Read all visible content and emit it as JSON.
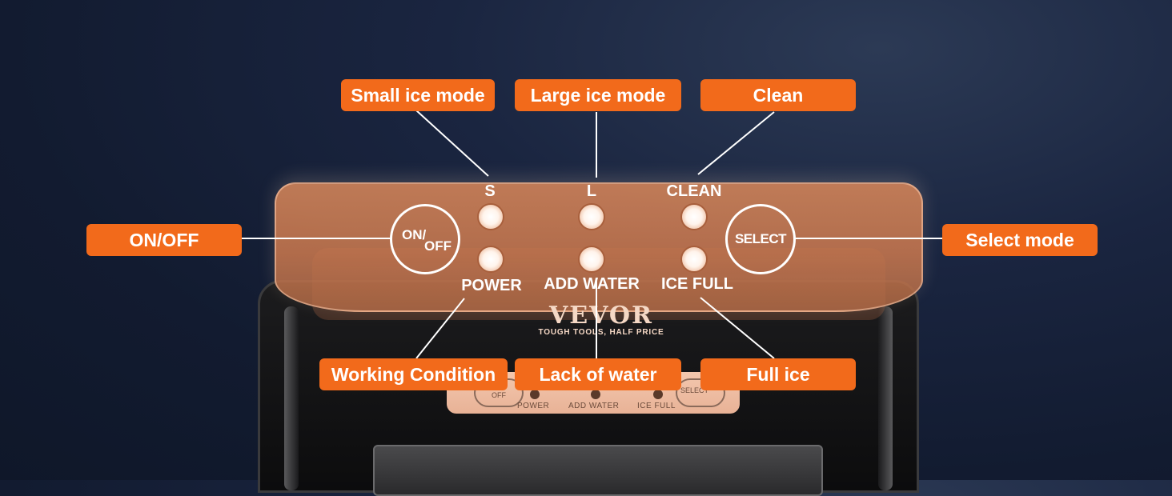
{
  "panel": {
    "top_labels": {
      "small": "S",
      "large": "L",
      "clean": "CLEAN"
    },
    "bottom_labels": {
      "power": "POWER",
      "add_water": "ADD WATER",
      "ice_full": "ICE FULL"
    },
    "onoff_button": {
      "on": "ON/",
      "off": "OFF"
    },
    "select_button": "SELECT"
  },
  "brand": {
    "logo": "VEVOR",
    "tagline": "TOUGH TOOLS, HALF PRICE"
  },
  "small_panel": {
    "power": "POWER",
    "add_water": "ADD WATER",
    "ice_full": "ICE FULL",
    "off": "OFF",
    "select": "SELECT"
  },
  "callouts": {
    "small_ice": "Small ice mode",
    "large_ice": "Large ice mode",
    "clean": "Clean",
    "onoff": "ON/OFF",
    "select_mode": "Select mode",
    "working": "Working Condition",
    "water": "Lack of water",
    "full_ice": "Full ice"
  },
  "colors": {
    "accent": "#f26a1b",
    "background": "#121b30"
  }
}
